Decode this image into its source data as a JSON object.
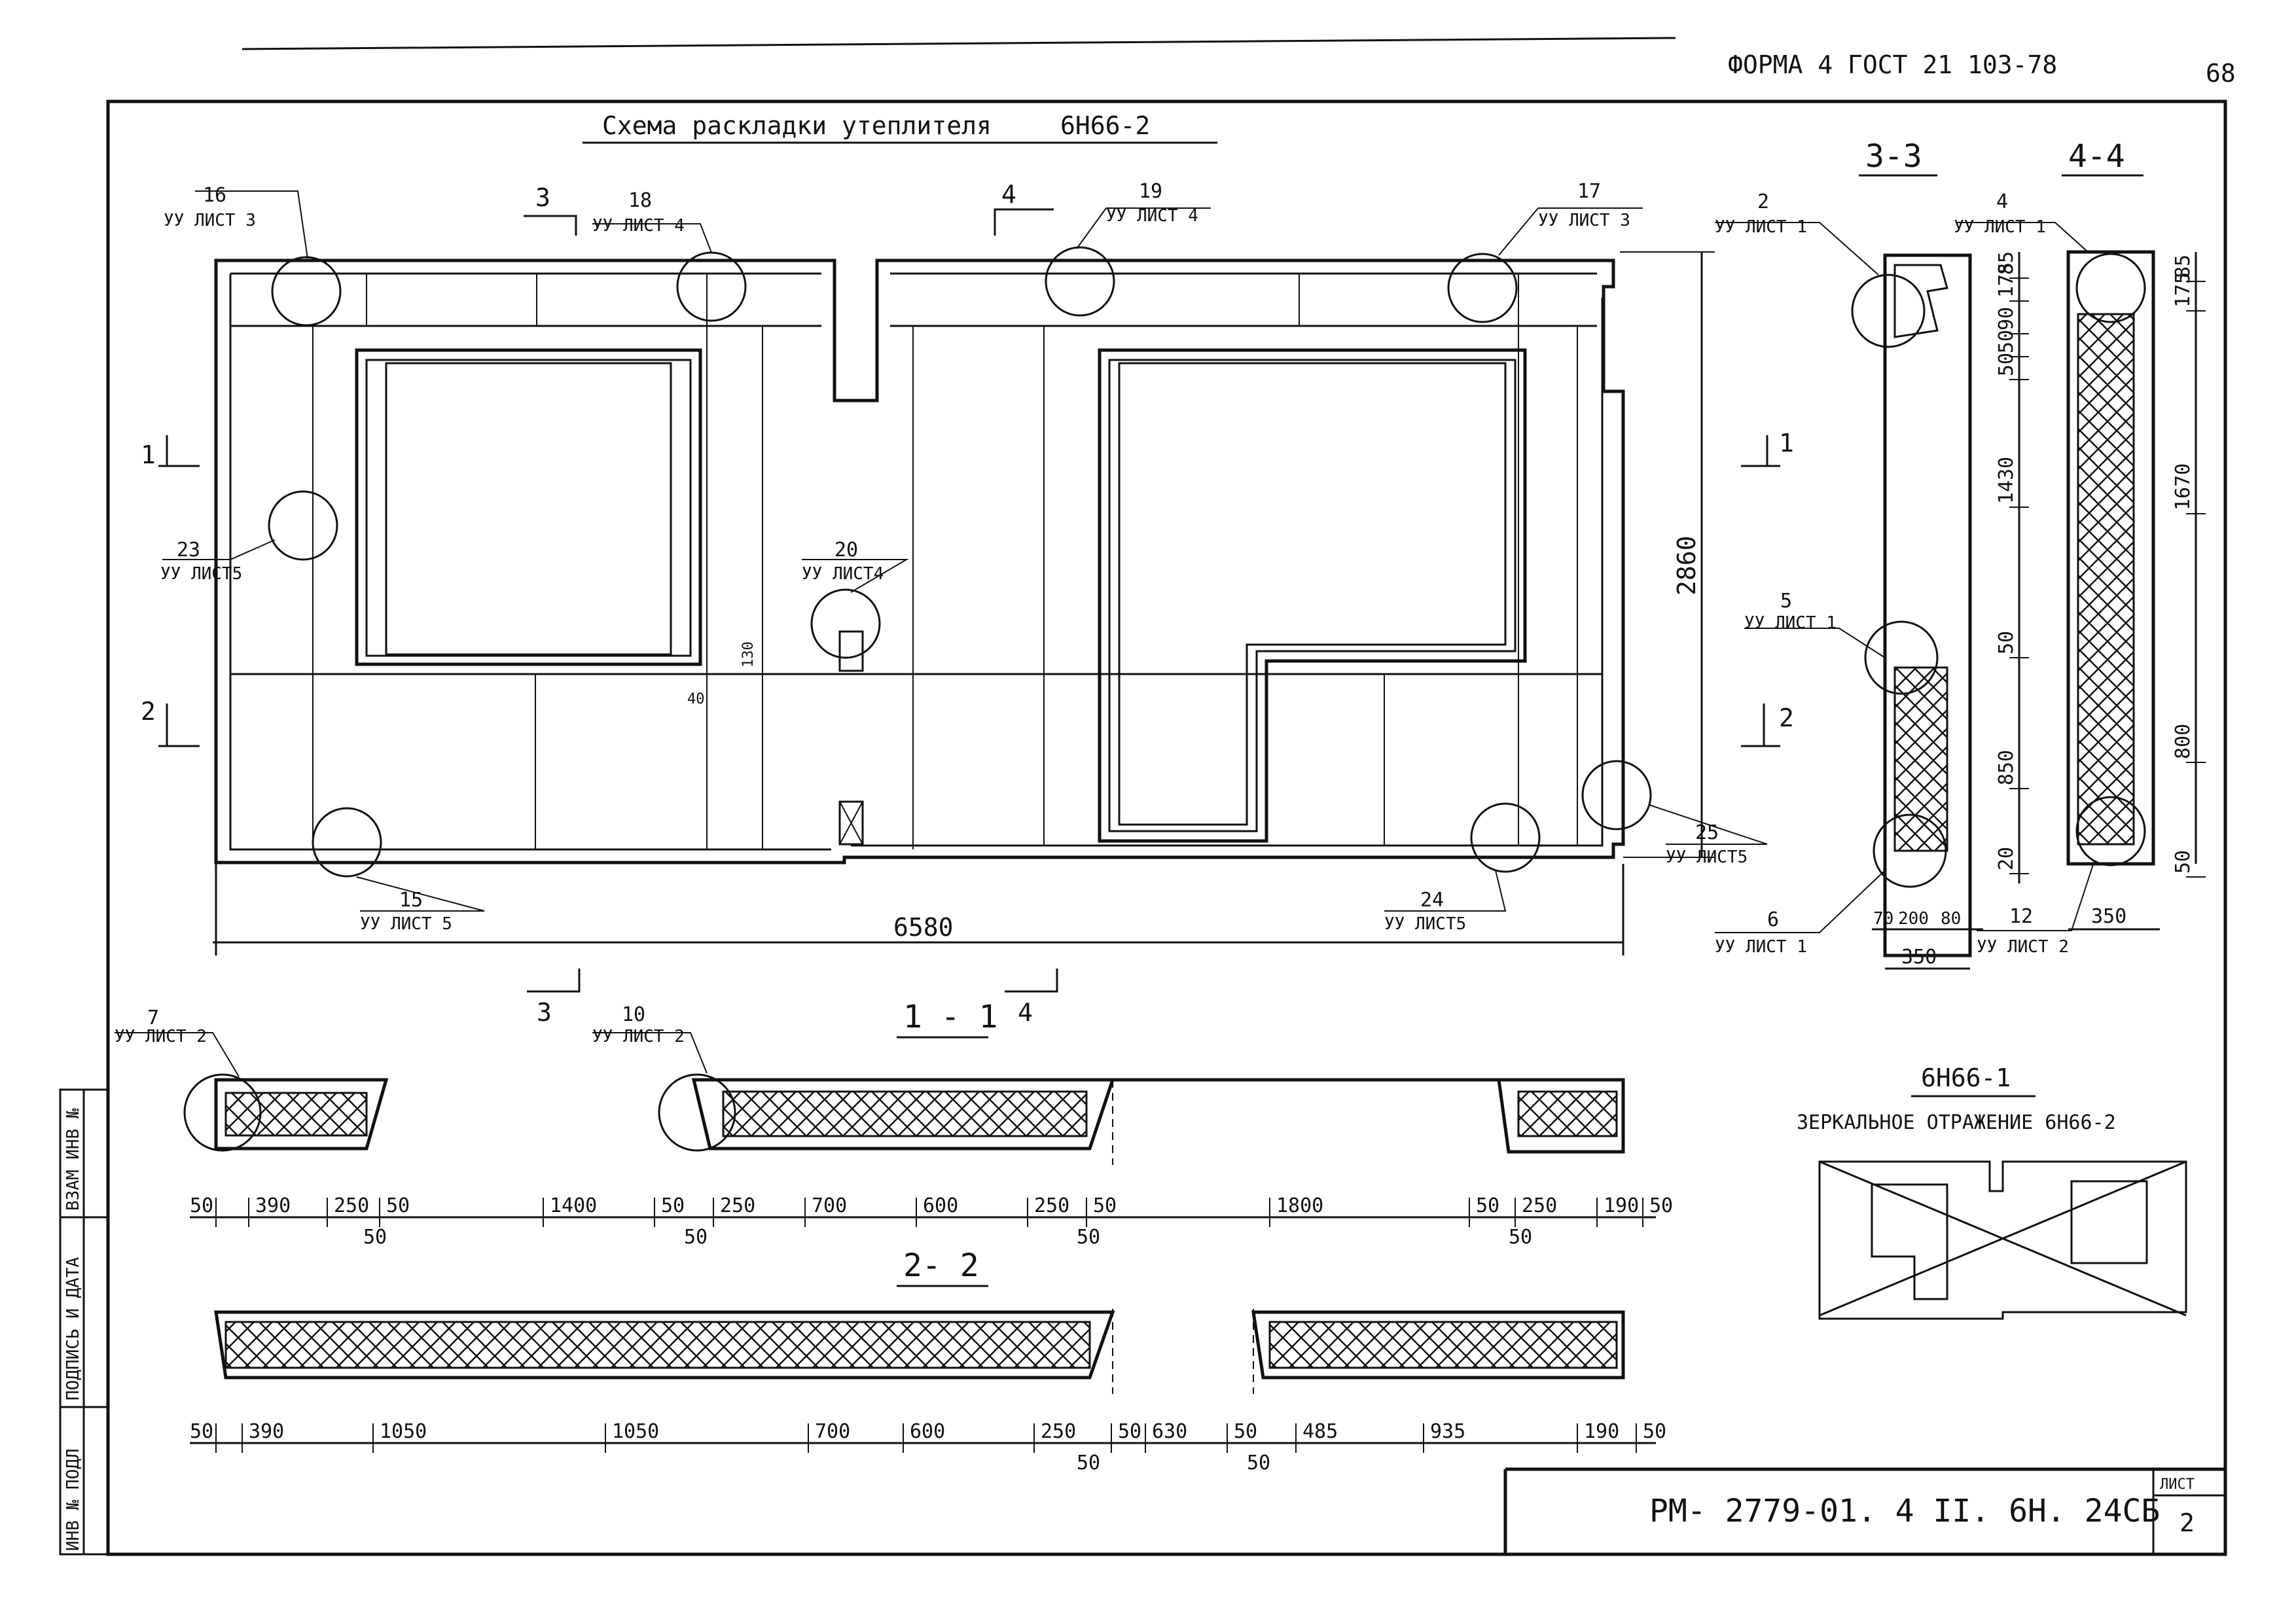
{
  "header": {
    "form": "ФОРМА 4 ГОСТ 21 103-78",
    "page": "68"
  },
  "plan": {
    "title": "Схема раскладки утеплителя",
    "mark": "6Н66-2",
    "overall_width": "6580",
    "overall_height": "2860",
    "dim_130": "130",
    "dim_40": "40",
    "section_marks": [
      "1",
      "1",
      "2",
      "2",
      "3",
      "4"
    ],
    "callouts": [
      {
        "num": "16",
        "ref": "УУ ЛИСТ 3"
      },
      {
        "num": "18",
        "ref": "УУ ЛИСТ 4"
      },
      {
        "num": "19",
        "ref": "УУ ЛИСТ 4"
      },
      {
        "num": "17",
        "ref": "УУ ЛИСТ 3"
      },
      {
        "num": "23",
        "ref": "УУ ЛИСТ5"
      },
      {
        "num": "20",
        "ref": "УУ ЛИСТ4"
      },
      {
        "num": "15",
        "ref": "УУ ЛИСТ 5"
      },
      {
        "num": "24",
        "ref": "УУ ЛИСТ5"
      },
      {
        "num": "25",
        "ref": "УУ ЛИСТ5"
      }
    ]
  },
  "section11": {
    "title": "1 - 1",
    "mark3": "3",
    "mark4": "4",
    "callouts": [
      {
        "num": "7",
        "ref": "УУ ЛИСТ 2"
      },
      {
        "num": "10",
        "ref": "УУ ЛИСТ 2"
      }
    ],
    "dims": [
      "50",
      "390",
      "250",
      "50",
      "1400",
      "50",
      "250",
      "700",
      "600",
      "250",
      "50",
      "1800",
      "50",
      "250",
      "190",
      "50"
    ],
    "dims_below": [
      "50",
      "50",
      "50",
      "50"
    ]
  },
  "section22": {
    "title": "2- 2",
    "dims": [
      "50",
      "390",
      "1050",
      "1050",
      "700",
      "600",
      "250",
      "50",
      "630",
      "50",
      "485",
      "935",
      "190",
      "50"
    ],
    "dims_below": [
      "50",
      "50"
    ]
  },
  "section33": {
    "title": "3-3",
    "callouts": [
      {
        "num": "2",
        "ref": "УУ ЛИСТ 1"
      },
      {
        "num": "5",
        "ref": "УУ ЛИСТ 1"
      },
      {
        "num": "6",
        "ref": "УУ ЛИСТ 1"
      }
    ],
    "dims_vertical": [
      "85",
      "175",
      "90",
      "50",
      "50",
      "1430",
      "50",
      "850",
      "20"
    ],
    "dims_bottom": [
      "70",
      "200",
      "80"
    ],
    "width": "350"
  },
  "section44": {
    "title": "4-4",
    "callouts": [
      {
        "num": "4",
        "ref": "УУ ЛИСТ 1"
      },
      {
        "num": "12",
        "ref": "УУ ЛИСТ 2"
      }
    ],
    "dims_vertical": [
      "85",
      "175",
      "1670",
      "800",
      "50"
    ],
    "width": "350"
  },
  "mirror": {
    "title": "6Н66-1",
    "subtitle": "ЗЕРКАЛЬНОЕ ОТРАЖЕНИЕ 6Н66-2"
  },
  "stamp": {
    "code": "РМ- 2779-01. 4 II. 6Н. 24СБ",
    "sheet_label": "ЛИСТ",
    "sheet_number": "2"
  },
  "side_stamp": {
    "labels": [
      "ИНВ № ПОДЛ",
      "ПОДПИСЬ И ДАТА",
      "ВЗАМ ИНВ №"
    ]
  }
}
